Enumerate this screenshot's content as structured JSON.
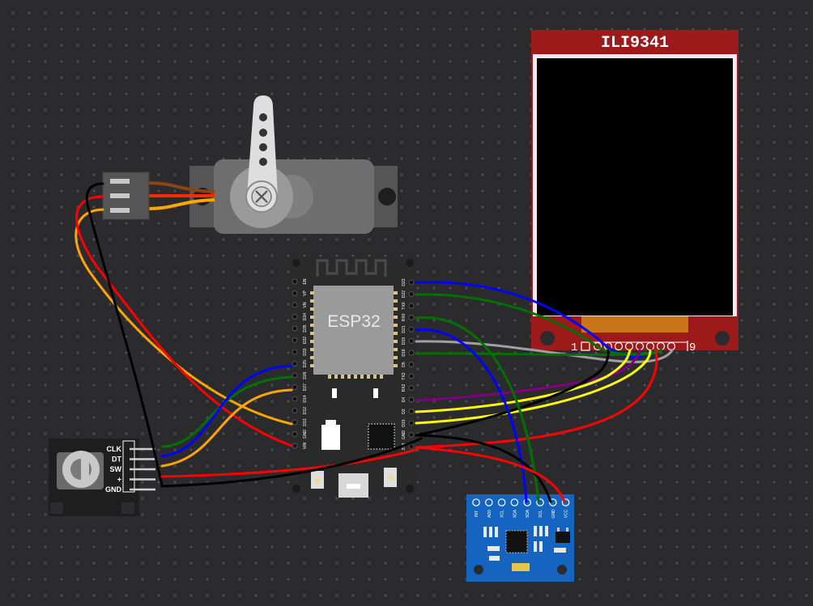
{
  "display": {
    "title": "ILI9341",
    "pin_first": "1",
    "pin_last": "9"
  },
  "esp32": {
    "label": "ESP32",
    "left_pins": [
      "EN",
      "VP",
      "VN",
      "D34",
      "D35",
      "D32",
      "D33",
      "D25",
      "D26",
      "D27",
      "D14",
      "D12",
      "D13",
      "GND",
      "VIN"
    ],
    "right_pins": [
      "D23",
      "D22",
      "TX0",
      "RX0",
      "D21",
      "D19",
      "D18",
      "D5",
      "TX2",
      "RX2",
      "D4",
      "D2",
      "D15",
      "GND",
      "3V3"
    ]
  },
  "encoder": {
    "pins": [
      "CLK",
      "DT",
      "SW",
      "+",
      "GND"
    ]
  },
  "imu": {
    "pins": [
      "INT",
      "AD0",
      "XCL",
      "XDA",
      "SDA",
      "SCL",
      "GND",
      "VCC"
    ]
  },
  "colors": {
    "background": "#2b2b2e",
    "display_frame": "#9c1a1a",
    "esp32_board": "#2a2a2a",
    "imu_board": "#1565c0",
    "wire_blue": "#0000ff",
    "wire_green": "#007000",
    "wire_orange": "#ffa500",
    "wire_red": "#ff0000",
    "wire_black": "#000000",
    "wire_yellow": "#ffff00",
    "wire_purple": "#800080",
    "wire_gray": "#a0a0a0"
  }
}
